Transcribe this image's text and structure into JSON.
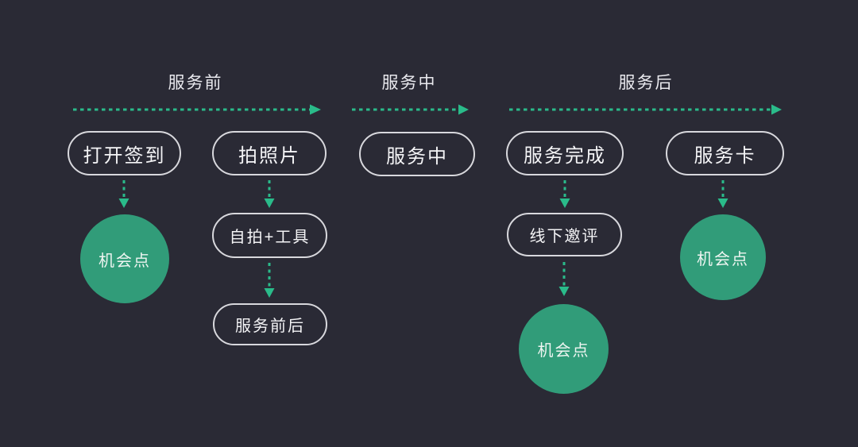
{
  "colors": {
    "background": "#2a2a35",
    "pill_border": "#d8d8dd",
    "pill_text": "#f4f4f6",
    "label_text": "#e9e9ee",
    "arrow": "#2abb8a",
    "circle_fill": "#319c79",
    "circle_text": "#eef5f1"
  },
  "phases": {
    "before": "服务前",
    "during": "服务中",
    "after": "服务后"
  },
  "nodes": {
    "open_checkin": "打开签到",
    "take_photo": "拍照片",
    "in_service": "服务中",
    "service_complete": "服务完成",
    "service_card": "服务卡",
    "selfie_tool": "自拍+工具",
    "service_before_after": "服务前后",
    "offline_review": "线下邀评",
    "opportunity_1": "机会点",
    "opportunity_2": "机会点",
    "opportunity_3": "机会点"
  }
}
